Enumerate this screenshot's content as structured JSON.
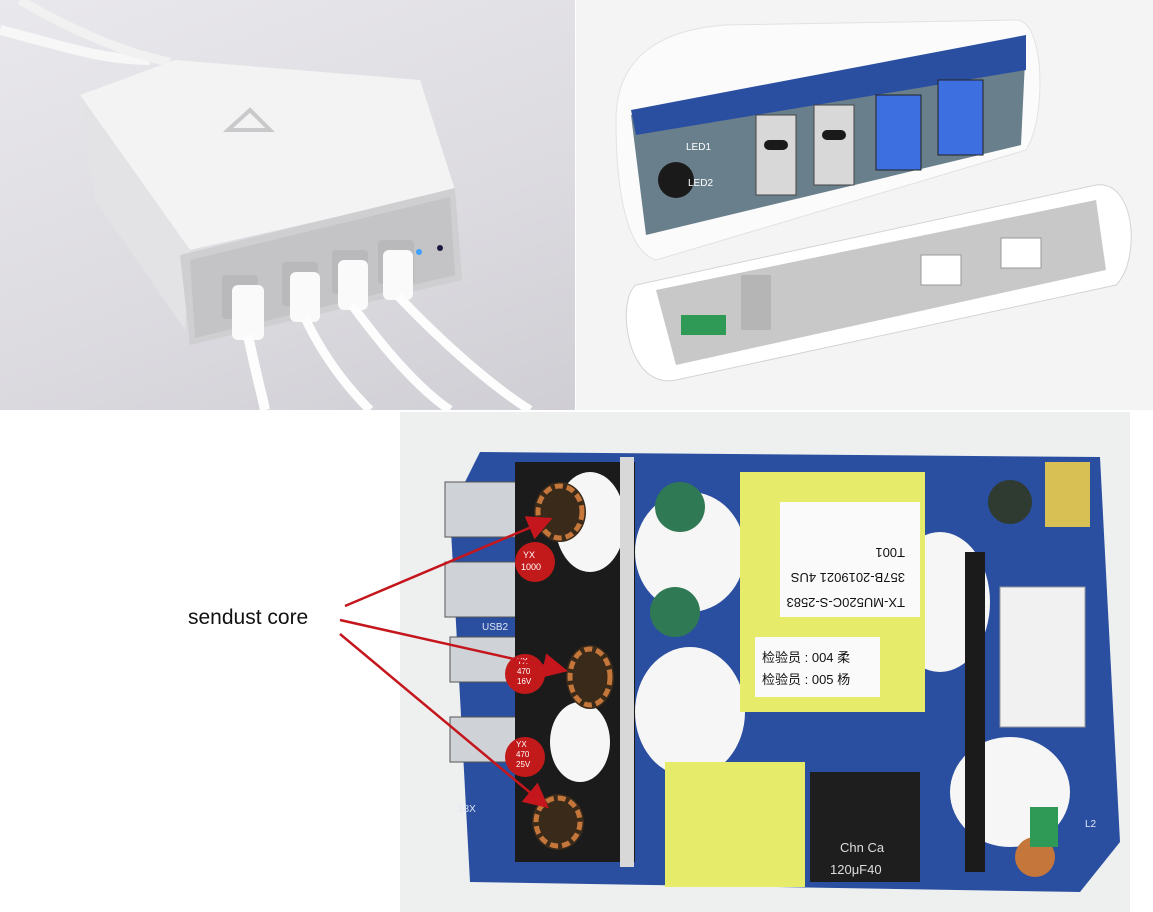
{
  "annotation": {
    "label": "sendust core",
    "arrow_color": "#c4161c",
    "arrow_count": 3
  },
  "panels": [
    {
      "name": "charger-exterior",
      "ports": 4
    },
    {
      "name": "charger-open-case",
      "usb_c_ports": 2,
      "usb_a_ports": 2,
      "pcb_labels": [
        "LED1",
        "LED2"
      ]
    },
    {
      "name": "charger-pcb-closeup"
    }
  ],
  "pcb_markings": {
    "transformer_label_lines": [
      "TX-MU520C-S-2583",
      "357B-2019021 4US",
      "T001"
    ],
    "inspector_lines": [
      "检验员 : 004 柔",
      "检验员 : 005 杨"
    ],
    "cap1": [
      "YX",
      "1000"
    ],
    "cap2": [
      "YX",
      "470",
      "16V"
    ],
    "cap3": [
      "YX",
      "470",
      "25V"
    ],
    "bulk_cap": [
      "Chn Ca",
      "120μF40"
    ],
    "board_marks": [
      "USB2",
      "L2",
      "18X"
    ]
  },
  "colors": {
    "pcb_blue": "#2b4fa0",
    "potting_white": "#f6f6f6",
    "transformer_yellow": "#e6ec6a",
    "usb_blue": "#3d6fe0"
  }
}
